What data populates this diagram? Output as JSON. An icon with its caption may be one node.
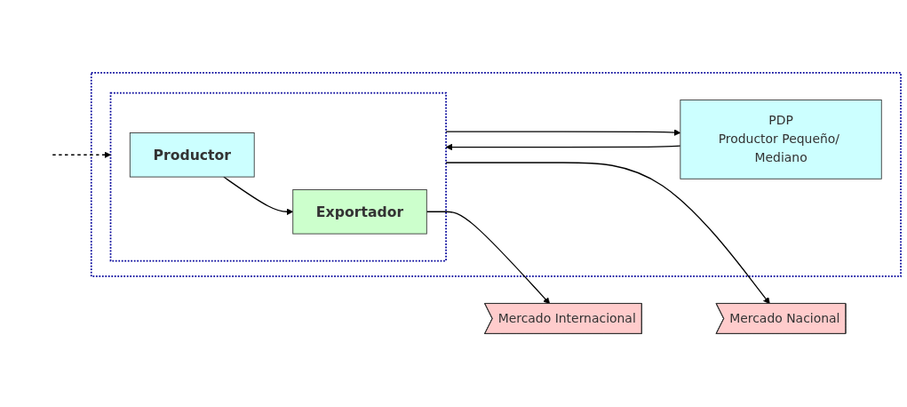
{
  "diagram": {
    "nodes": [
      {
        "text": [],
        "shape": "box"
      },
      {
        "text": [],
        "shape": "box",
        "in": 0
      },
      {
        "text": [
          "Productor"
        ],
        "in": 1
      },
      {
        "text": [
          "Exportador"
        ],
        "in": 1
      },
      {
        "text": [
          "PDP",
          "Productor Pequeño/ Mediano"
        ],
        "in": 0
      },
      {
        "text": [
          "Mercado Nacional"
        ]
      },
      {
        "text": [
          "Mercado Internacional"
        ]
      }
    ],
    "edges": [
      {
        "from": 1,
        "to": 5,
        "arrow": "to"
      },
      {
        "from": 2,
        "to": 3,
        "arrow": "to"
      },
      {
        "from": 3,
        "to": 6,
        "arrow": "to"
      },
      {
        "from": 1,
        "to": 4,
        "arrow": "to"
      },
      {
        "from": 4,
        "to": 1,
        "arrow": "to"
      },
      {
        "from": null,
        "to": 1,
        "arrow": "to",
        "style": "dashed"
      }
    ]
  }
}
